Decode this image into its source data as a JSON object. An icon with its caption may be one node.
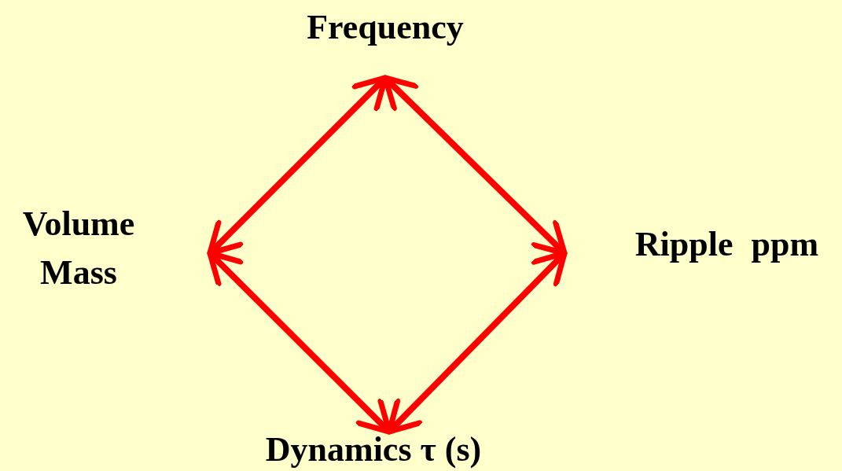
{
  "diagram": {
    "nodes": [
      {
        "text": [
          "Frequency"
        ]
      },
      {
        "text": [
          "Volume Mass"
        ]
      },
      {
        "text": [
          "Ripple ppm"
        ]
      },
      {
        "text": [
          "Dynamics τ (s)"
        ]
      }
    ],
    "edges": [
      {
        "from": 0,
        "to": 1,
        "arrow": "both"
      },
      {
        "from": 0,
        "to": 2,
        "arrow": "both"
      },
      {
        "from": 1,
        "to": 3,
        "arrow": "both"
      },
      {
        "from": 2,
        "to": 3,
        "arrow": "both"
      }
    ]
  }
}
